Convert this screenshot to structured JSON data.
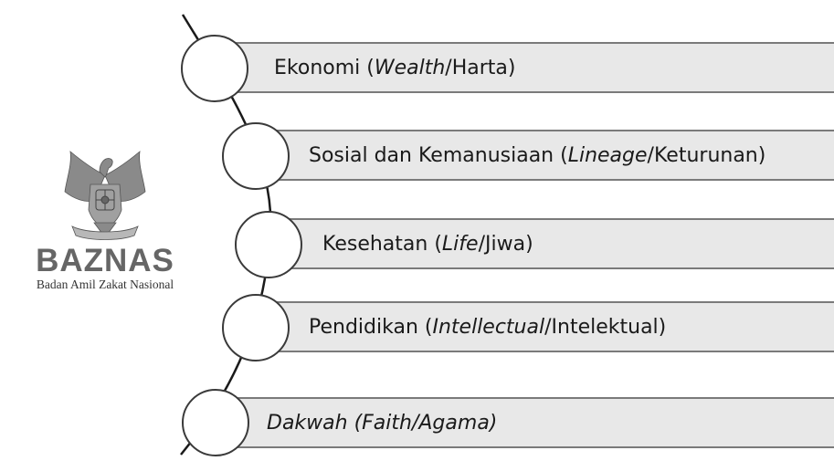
{
  "logo": {
    "emblem_icon": "garuda-pancasila-emblem-icon",
    "name": "BAZNAS",
    "full_name": "Badan Amil Zakat Nasional"
  },
  "items": [
    {
      "segments": [
        {
          "text": "Ekonomi ("
        },
        {
          "text": "Wealth",
          "italic": true
        },
        {
          "text": "/Harta)"
        }
      ]
    },
    {
      "segments": [
        {
          "text": "Sosial dan Kemanusiaan ("
        },
        {
          "text": "Lineage",
          "italic": true
        },
        {
          "text": "/Keturunan)"
        }
      ]
    },
    {
      "segments": [
        {
          "text": "Kesehatan ("
        },
        {
          "text": "Life",
          "italic": true
        },
        {
          "text": "/Jiwa)"
        }
      ]
    },
    {
      "segments": [
        {
          "text": "Pendidikan ("
        },
        {
          "text": "Intellectual",
          "italic": true
        },
        {
          "text": "/Intelektual)"
        }
      ]
    },
    {
      "segments": [
        {
          "text": "Dakwah (Faith/Agama)",
          "italic": true
        }
      ]
    }
  ],
  "colors": {
    "bar_fill": "#e8e8e8",
    "bar_border": "#7a7a7a",
    "circle_border": "#3a3a3a",
    "curve": "#1a1a1a"
  }
}
